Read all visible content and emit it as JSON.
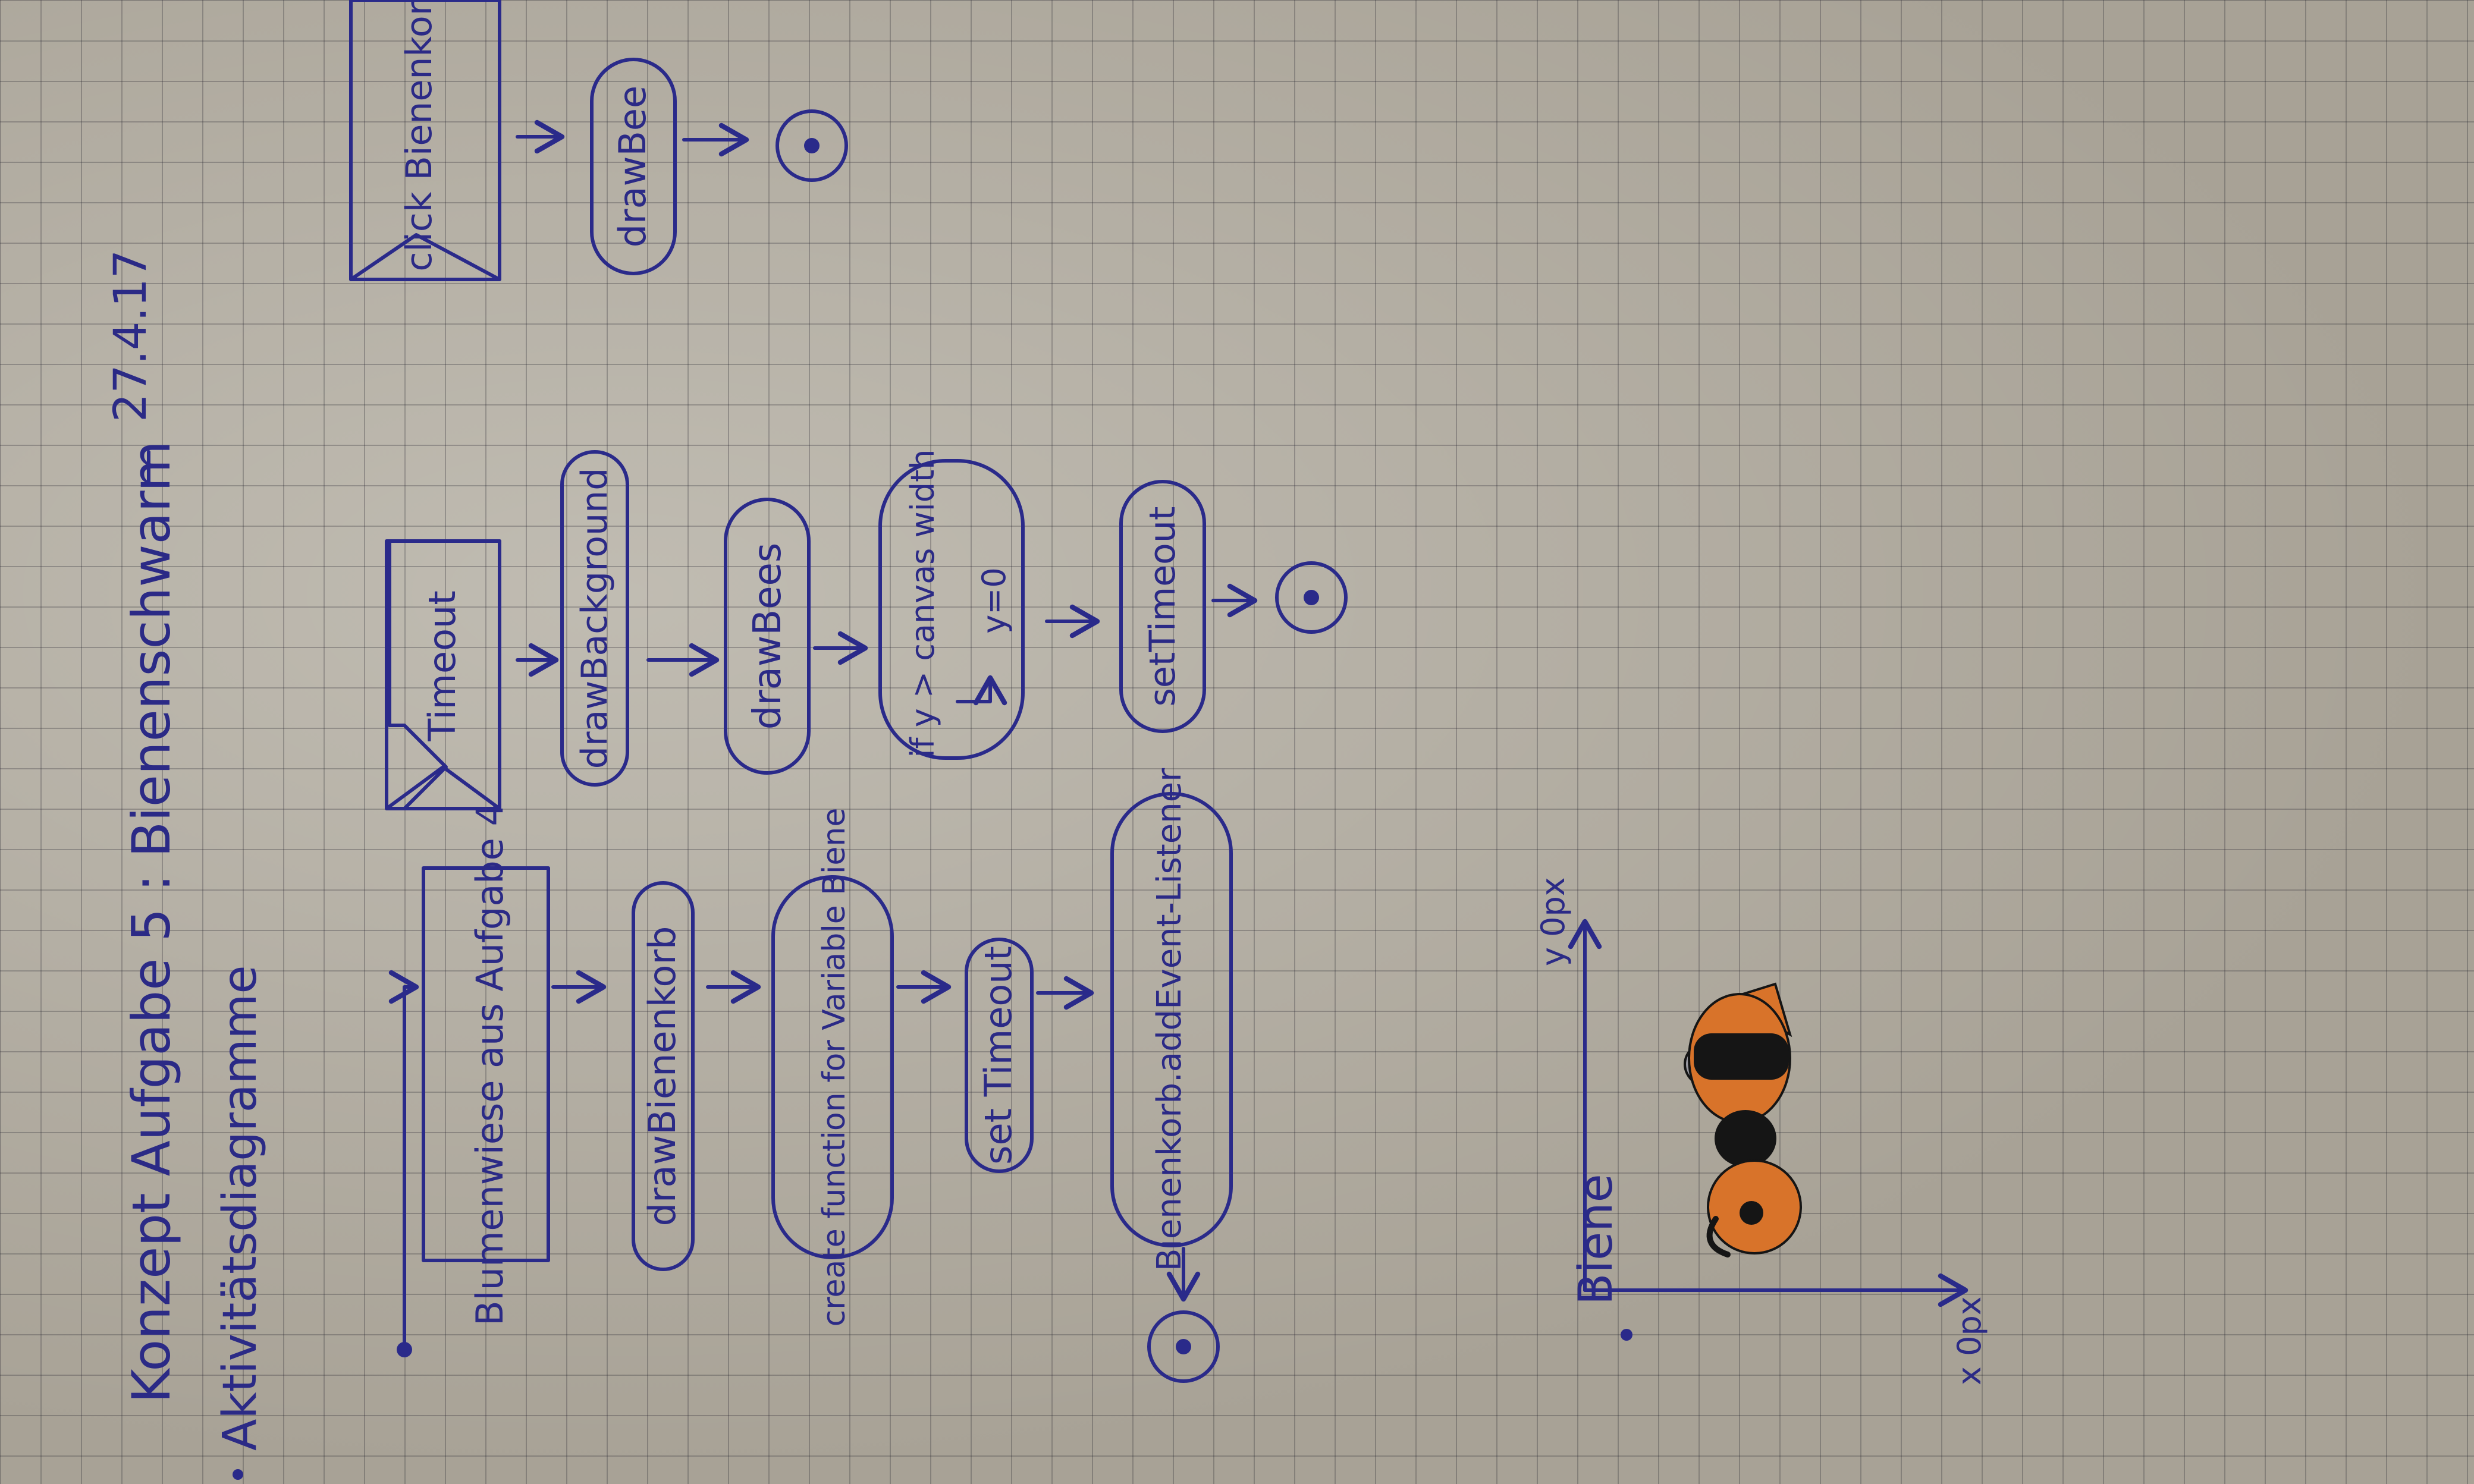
{
  "header": {
    "title": "Konzept Aufgabe 5 : Bienenschwarm",
    "date": "27.4.17",
    "section": "Aktivitätsdiagramme"
  },
  "main_diagram": {
    "start_box": "Blumenwiese aus Aufgabe 4",
    "nodes": [
      "drawBienenkorb",
      "create function for Variable Biene",
      "set Timeout",
      "Bienenkorb.addEvent-Listener"
    ]
  },
  "timeout_diagram": {
    "signal": "Timeout",
    "nodes": [
      "drawBackground",
      "drawBees",
      "if y > canvas width",
      "y=0",
      "setTimeout"
    ]
  },
  "click_diagram": {
    "signal": "click Bienenkorb",
    "nodes": [
      "drawBee"
    ]
  },
  "bee_section": {
    "label": "Biene",
    "x_axis_label": "x 0px",
    "y_axis_label": "y 0px"
  },
  "colors": {
    "ink": "#2a2a8a",
    "bee_orange": "#d8732a",
    "bee_black": "#151515",
    "wing": "#9a9aa2"
  }
}
